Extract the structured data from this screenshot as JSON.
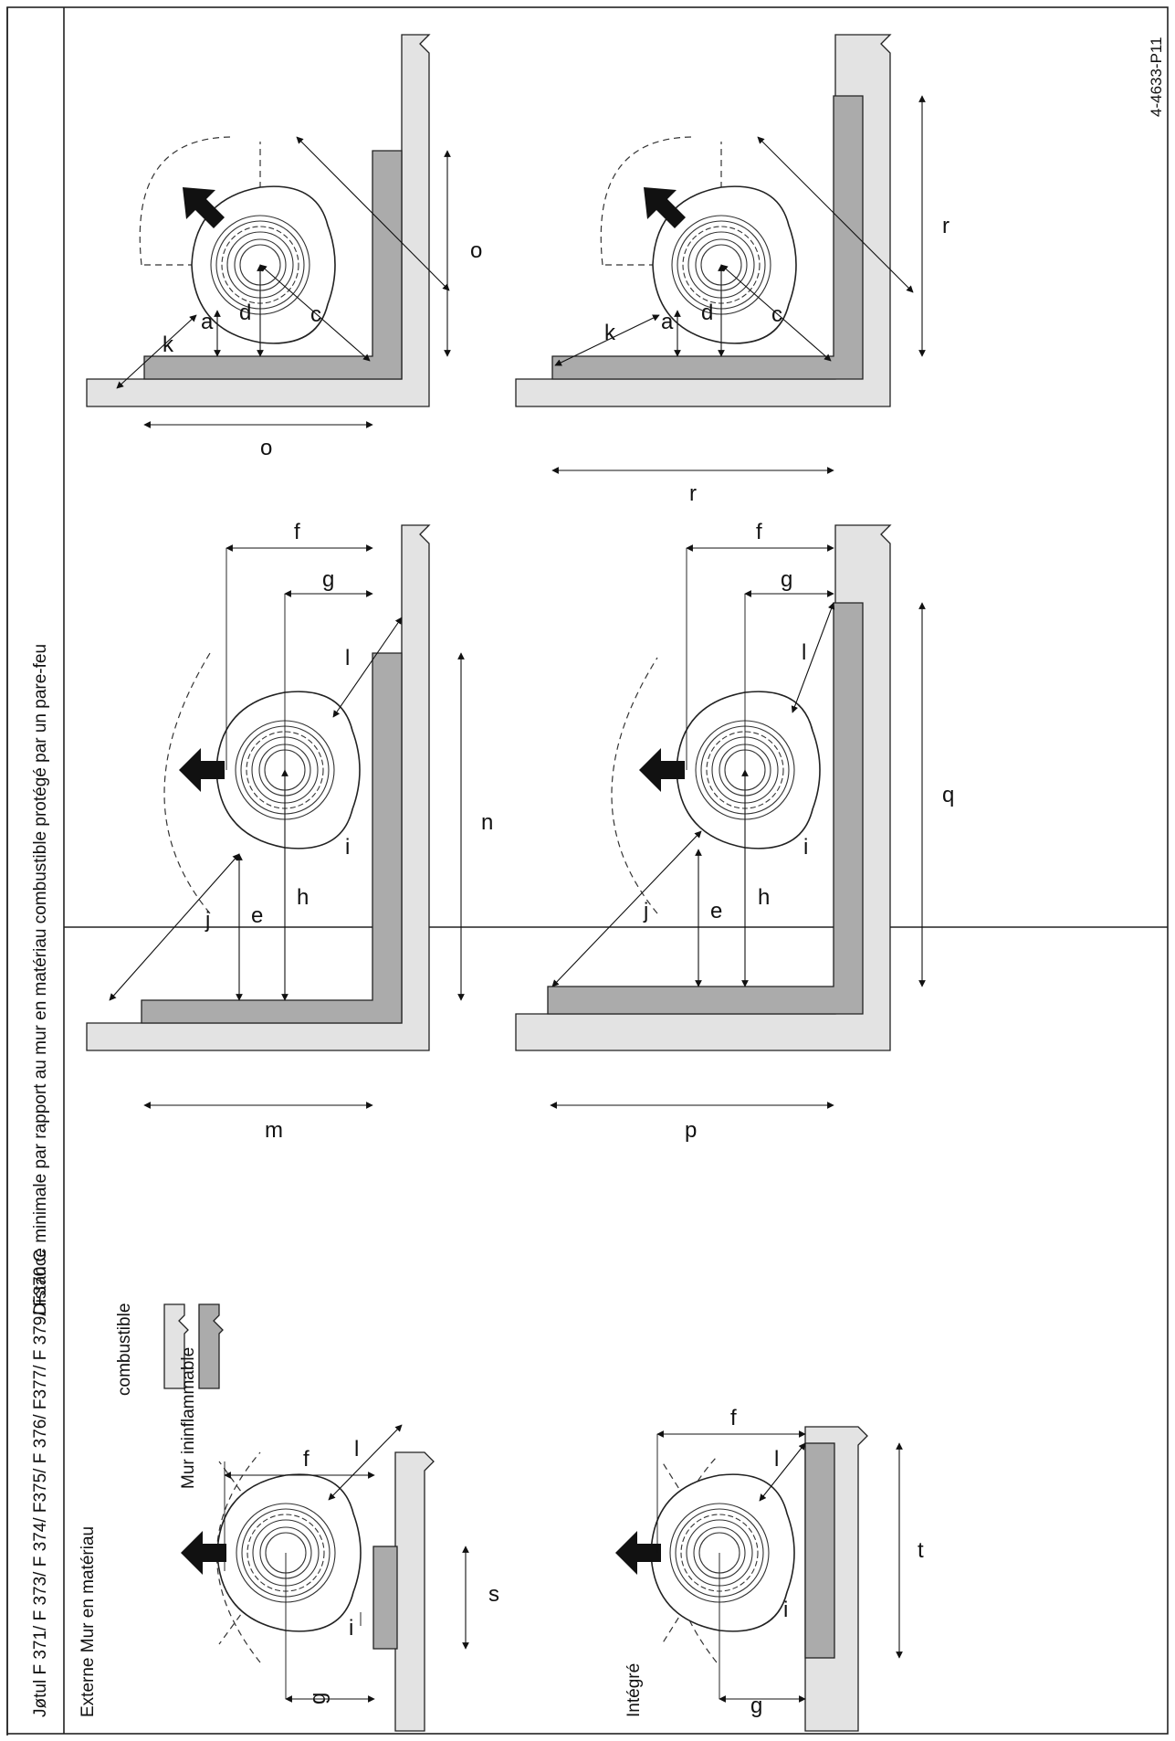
{
  "header": {
    "title": "Jøtul F 371/ F 373/ F 374/ F375/ F 376/ F377/ F 379/ F370 C",
    "subtitle": "Distance minimale par rapport au mur en matériau combustible protégé par un pare-feu",
    "drawing_ref": "4-4633-P11"
  },
  "sections": {
    "external": "Externe Mur en matériau",
    "integrated": "Intégré"
  },
  "legend": {
    "combustible": "combustible",
    "noncombustible": "Mur ininflammable"
  },
  "labels": {
    "a": "a",
    "c": "c",
    "d": "d",
    "e": "e",
    "f": "f",
    "g": "g",
    "h": "h",
    "i": "i",
    "j": "j",
    "k": "k",
    "l": "l",
    "m": "m",
    "n": "n",
    "o": "o",
    "p": "p",
    "q": "q",
    "r": "r",
    "s": "s",
    "t": "t"
  },
  "colors": {
    "combustible_fill": "#e3e3e3",
    "noncombustible_fill": "#ababab",
    "line": "#222222"
  }
}
